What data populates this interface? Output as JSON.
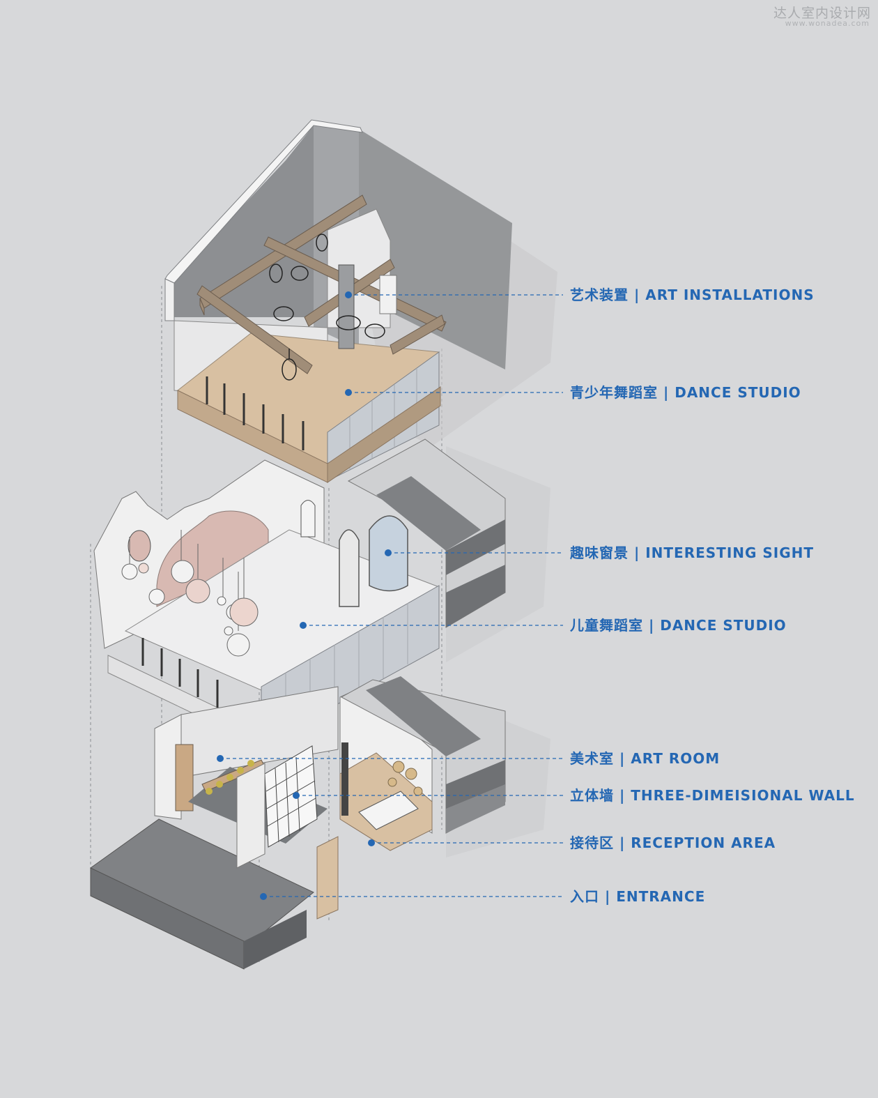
{
  "watermark": {
    "cn": "达人室内设计网",
    "url": "www.wonadea.com"
  },
  "accent_color": "#2467b3",
  "callouts": [
    {
      "id": "art-installations",
      "text": "艺术装置 | ART INSTALLATIONS"
    },
    {
      "id": "teen-dance-studio",
      "text": "青少年舞蹈室 | DANCE STUDIO"
    },
    {
      "id": "interesting-sight",
      "text": "趣味窗景 | INTERESTING SIGHT"
    },
    {
      "id": "kids-dance-studio",
      "text": "儿童舞蹈室 | DANCE STUDIO"
    },
    {
      "id": "art-room",
      "text": "美术室 | ART ROOM"
    },
    {
      "id": "three-dimensional-wall",
      "text": "立体墙 | THREE-DIMEISIONAL WALL"
    },
    {
      "id": "reception-area",
      "text": "接待区 | RECEPTION AREA"
    },
    {
      "id": "entrance",
      "text": "入口 | ENTRANCE"
    }
  ]
}
